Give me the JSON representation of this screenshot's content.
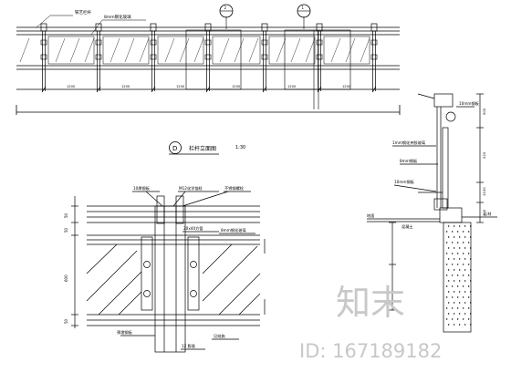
{
  "elevation": {
    "title_code": "D",
    "title": "栏杆立面图",
    "scale": "1:30",
    "notes": {
      "handrail": "铁艺栏杆",
      "glass": "8mm钢化玻璃"
    },
    "section_markers": [
      "2",
      "1"
    ],
    "spacing_labels": [
      "1200",
      "1200",
      "1200",
      "1200",
      "1200",
      "1200"
    ]
  },
  "detail": {
    "labels": {
      "top_left": "10厚钢板",
      "top_mid": "M12化学锚栓",
      "top_right": "不锈钢螺栓",
      "mid_left": "20x40方管",
      "mid_right": "8mm钢化玻璃",
      "bottom_left": "预埋钢板",
      "bottom_mid": "12 膨胀",
      "bottom_note": "见结施"
    },
    "dims_left": [
      "50",
      "50",
      "600",
      "50"
    ]
  },
  "section": {
    "labels": {
      "top": "10mm钢板",
      "glass": "1mm钢化夹胶玻璃",
      "channel": "8mm钢板",
      "plate": "10mm钢板",
      "floor": "地面",
      "base": "混凝土",
      "finish": "石材"
    },
    "dims": [
      "500",
      "220",
      "1100",
      "300"
    ]
  },
  "watermark": {
    "brand": "知末",
    "id_text": "ID: 167189182"
  }
}
